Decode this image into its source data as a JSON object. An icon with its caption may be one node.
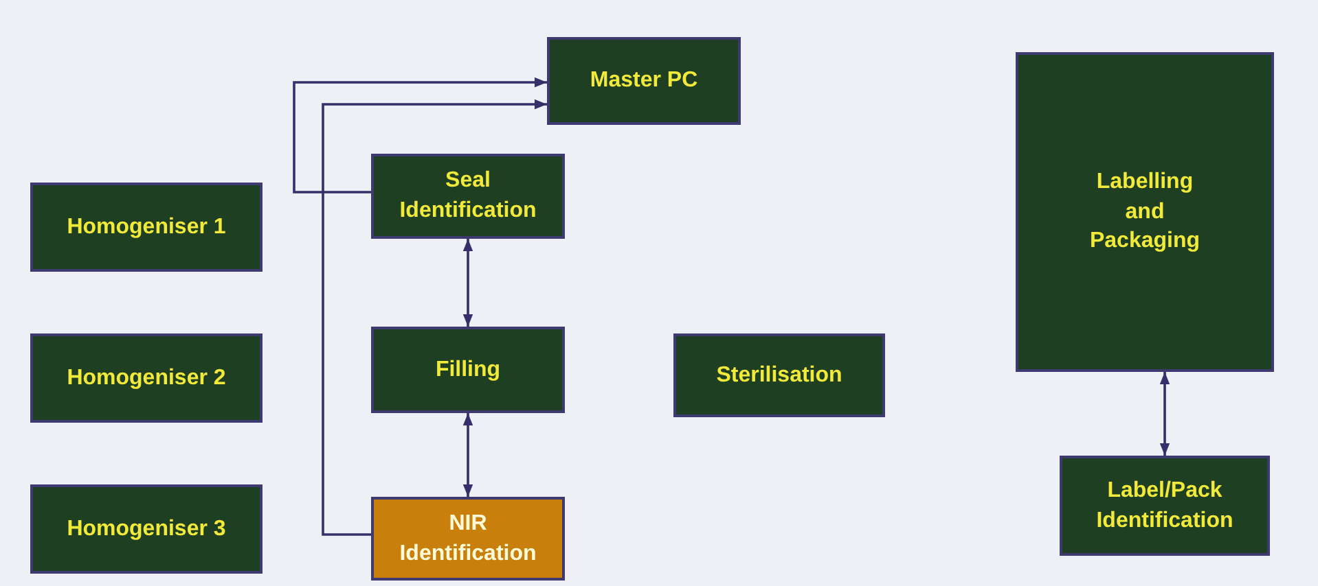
{
  "diagram": {
    "nodes": [
      {
        "text": [
          "Master PC"
        ]
      },
      {
        "text": [
          "Seal Identification"
        ]
      },
      {
        "text": [
          "Homogeniser 1"
        ]
      },
      {
        "text": [
          "Labelling and Packaging"
        ]
      },
      {
        "text": [
          "Filling"
        ]
      },
      {
        "text": [
          "Homogeniser 2"
        ]
      },
      {
        "text": [
          "Sterilisation"
        ]
      },
      {
        "text": [
          "Label/Pack Identification"
        ]
      },
      {
        "text": [
          "Homogeniser 3"
        ]
      },
      {
        "text": [
          "NIR Identification"
        ]
      }
    ],
    "edges": [
      {
        "from": 1,
        "to": 0,
        "arrow": "to"
      },
      {
        "from": 9,
        "to": 0,
        "arrow": "to"
      },
      {
        "from": 1,
        "to": 4,
        "arrow": "both"
      },
      {
        "from": 4,
        "to": 9,
        "arrow": "both"
      },
      {
        "from": 3,
        "to": 7,
        "arrow": "both"
      }
    ]
  }
}
